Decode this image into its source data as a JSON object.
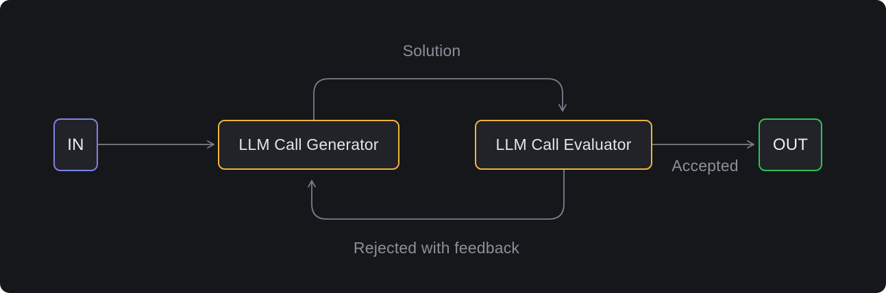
{
  "canvas": {
    "background_color": "#16171B",
    "node_fill_color": "#222329",
    "edge_color": "#7A7F89",
    "edge_label_color": "#8A8F99",
    "node_label_color": "#E4E5E9"
  },
  "nodes": {
    "in": {
      "label": "IN",
      "border_color": "#7D84E8"
    },
    "generator": {
      "label": "LLM Call Generator",
      "border_color": "#EFB63C"
    },
    "evaluator": {
      "label": "LLM Call Evaluator",
      "border_color": "#EFB63C"
    },
    "out": {
      "label": "OUT",
      "border_color": "#2BC558"
    }
  },
  "edges": {
    "in_to_generator": {
      "from": "IN",
      "to": "LLM Call Generator",
      "label": ""
    },
    "generator_to_evaluator": {
      "from": "LLM Call Generator",
      "to": "LLM Call Evaluator",
      "label": "Solution"
    },
    "evaluator_to_out": {
      "from": "LLM Call Evaluator",
      "to": "OUT",
      "label": "Accepted"
    },
    "evaluator_to_generator": {
      "from": "LLM Call Evaluator",
      "to": "LLM Call Generator",
      "label": "Rejected with feedback"
    }
  }
}
